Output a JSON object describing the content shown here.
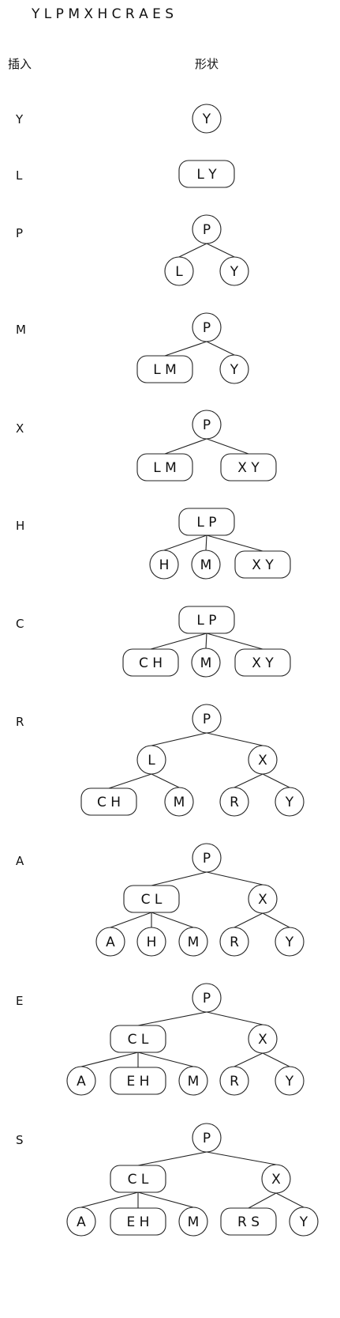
{
  "sequence": "Y L P M X H C R A E S",
  "headers": {
    "insert": "插入",
    "shape": "形状"
  },
  "steps": [
    {
      "key": "Y",
      "nodes": [
        {
          "id": "n1",
          "text": "Y"
        }
      ],
      "edges": []
    },
    {
      "key": "L",
      "nodes": [
        {
          "id": "n1",
          "text": "L Y"
        }
      ],
      "edges": []
    },
    {
      "key": "P",
      "nodes": [
        {
          "id": "n1",
          "text": "P"
        },
        {
          "id": "n2",
          "text": "L"
        },
        {
          "id": "n3",
          "text": "Y"
        }
      ],
      "edges": [
        [
          "n1",
          "n2"
        ],
        [
          "n1",
          "n3"
        ]
      ]
    },
    {
      "key": "M",
      "nodes": [
        {
          "id": "n1",
          "text": "P"
        },
        {
          "id": "n2",
          "text": "L M"
        },
        {
          "id": "n3",
          "text": "Y"
        }
      ],
      "edges": [
        [
          "n1",
          "n2"
        ],
        [
          "n1",
          "n3"
        ]
      ]
    },
    {
      "key": "X",
      "nodes": [
        {
          "id": "n1",
          "text": "P"
        },
        {
          "id": "n2",
          "text": "L M"
        },
        {
          "id": "n3",
          "text": "X Y"
        }
      ],
      "edges": [
        [
          "n1",
          "n2"
        ],
        [
          "n1",
          "n3"
        ]
      ]
    },
    {
      "key": "H",
      "nodes": [
        {
          "id": "n1",
          "text": "L P"
        },
        {
          "id": "n2",
          "text": "H"
        },
        {
          "id": "n3",
          "text": "M"
        },
        {
          "id": "n4",
          "text": "X Y"
        }
      ],
      "edges": [
        [
          "n1",
          "n2"
        ],
        [
          "n1",
          "n3"
        ],
        [
          "n1",
          "n4"
        ]
      ]
    },
    {
      "key": "C",
      "nodes": [
        {
          "id": "n1",
          "text": "L P"
        },
        {
          "id": "n2",
          "text": "C H"
        },
        {
          "id": "n3",
          "text": "M"
        },
        {
          "id": "n4",
          "text": "X Y"
        }
      ],
      "edges": [
        [
          "n1",
          "n2"
        ],
        [
          "n1",
          "n3"
        ],
        [
          "n1",
          "n4"
        ]
      ]
    },
    {
      "key": "R",
      "nodes": [
        {
          "id": "n1",
          "text": "P"
        },
        {
          "id": "n2",
          "text": "L"
        },
        {
          "id": "n3",
          "text": "X"
        },
        {
          "id": "n4",
          "text": "C H"
        },
        {
          "id": "n5",
          "text": "M"
        },
        {
          "id": "n6",
          "text": "R"
        },
        {
          "id": "n7",
          "text": "Y"
        }
      ],
      "edges": [
        [
          "n1",
          "n2"
        ],
        [
          "n1",
          "n3"
        ],
        [
          "n2",
          "n4"
        ],
        [
          "n2",
          "n5"
        ],
        [
          "n3",
          "n6"
        ],
        [
          "n3",
          "n7"
        ]
      ]
    },
    {
      "key": "A",
      "nodes": [
        {
          "id": "n1",
          "text": "P"
        },
        {
          "id": "n2",
          "text": "C L"
        },
        {
          "id": "n3",
          "text": "X"
        },
        {
          "id": "n4",
          "text": "A"
        },
        {
          "id": "n5",
          "text": "H"
        },
        {
          "id": "n6",
          "text": "M"
        },
        {
          "id": "n7",
          "text": "R"
        },
        {
          "id": "n8",
          "text": "Y"
        }
      ],
      "edges": [
        [
          "n1",
          "n2"
        ],
        [
          "n1",
          "n3"
        ],
        [
          "n2",
          "n4"
        ],
        [
          "n2",
          "n5"
        ],
        [
          "n2",
          "n6"
        ],
        [
          "n3",
          "n7"
        ],
        [
          "n3",
          "n8"
        ]
      ]
    },
    {
      "key": "E",
      "nodes": [
        {
          "id": "n1",
          "text": "P"
        },
        {
          "id": "n2",
          "text": "C L"
        },
        {
          "id": "n3",
          "text": "X"
        },
        {
          "id": "n4",
          "text": "A"
        },
        {
          "id": "n5",
          "text": "E H"
        },
        {
          "id": "n6",
          "text": "M"
        },
        {
          "id": "n7",
          "text": "R"
        },
        {
          "id": "n8",
          "text": "Y"
        }
      ],
      "edges": [
        [
          "n1",
          "n2"
        ],
        [
          "n1",
          "n3"
        ],
        [
          "n2",
          "n4"
        ],
        [
          "n2",
          "n5"
        ],
        [
          "n2",
          "n6"
        ],
        [
          "n3",
          "n7"
        ],
        [
          "n3",
          "n8"
        ]
      ]
    },
    {
      "key": "S",
      "nodes": [
        {
          "id": "n1",
          "text": "P"
        },
        {
          "id": "n2",
          "text": "C L"
        },
        {
          "id": "n3",
          "text": "X"
        },
        {
          "id": "n4",
          "text": "A"
        },
        {
          "id": "n5",
          "text": "E H"
        },
        {
          "id": "n6",
          "text": "M"
        },
        {
          "id": "n7",
          "text": "R S"
        },
        {
          "id": "n8",
          "text": "Y"
        }
      ],
      "edges": [
        [
          "n1",
          "n2"
        ],
        [
          "n1",
          "n3"
        ],
        [
          "n2",
          "n4"
        ],
        [
          "n2",
          "n5"
        ],
        [
          "n2",
          "n6"
        ],
        [
          "n3",
          "n7"
        ],
        [
          "n3",
          "n8"
        ]
      ]
    }
  ]
}
